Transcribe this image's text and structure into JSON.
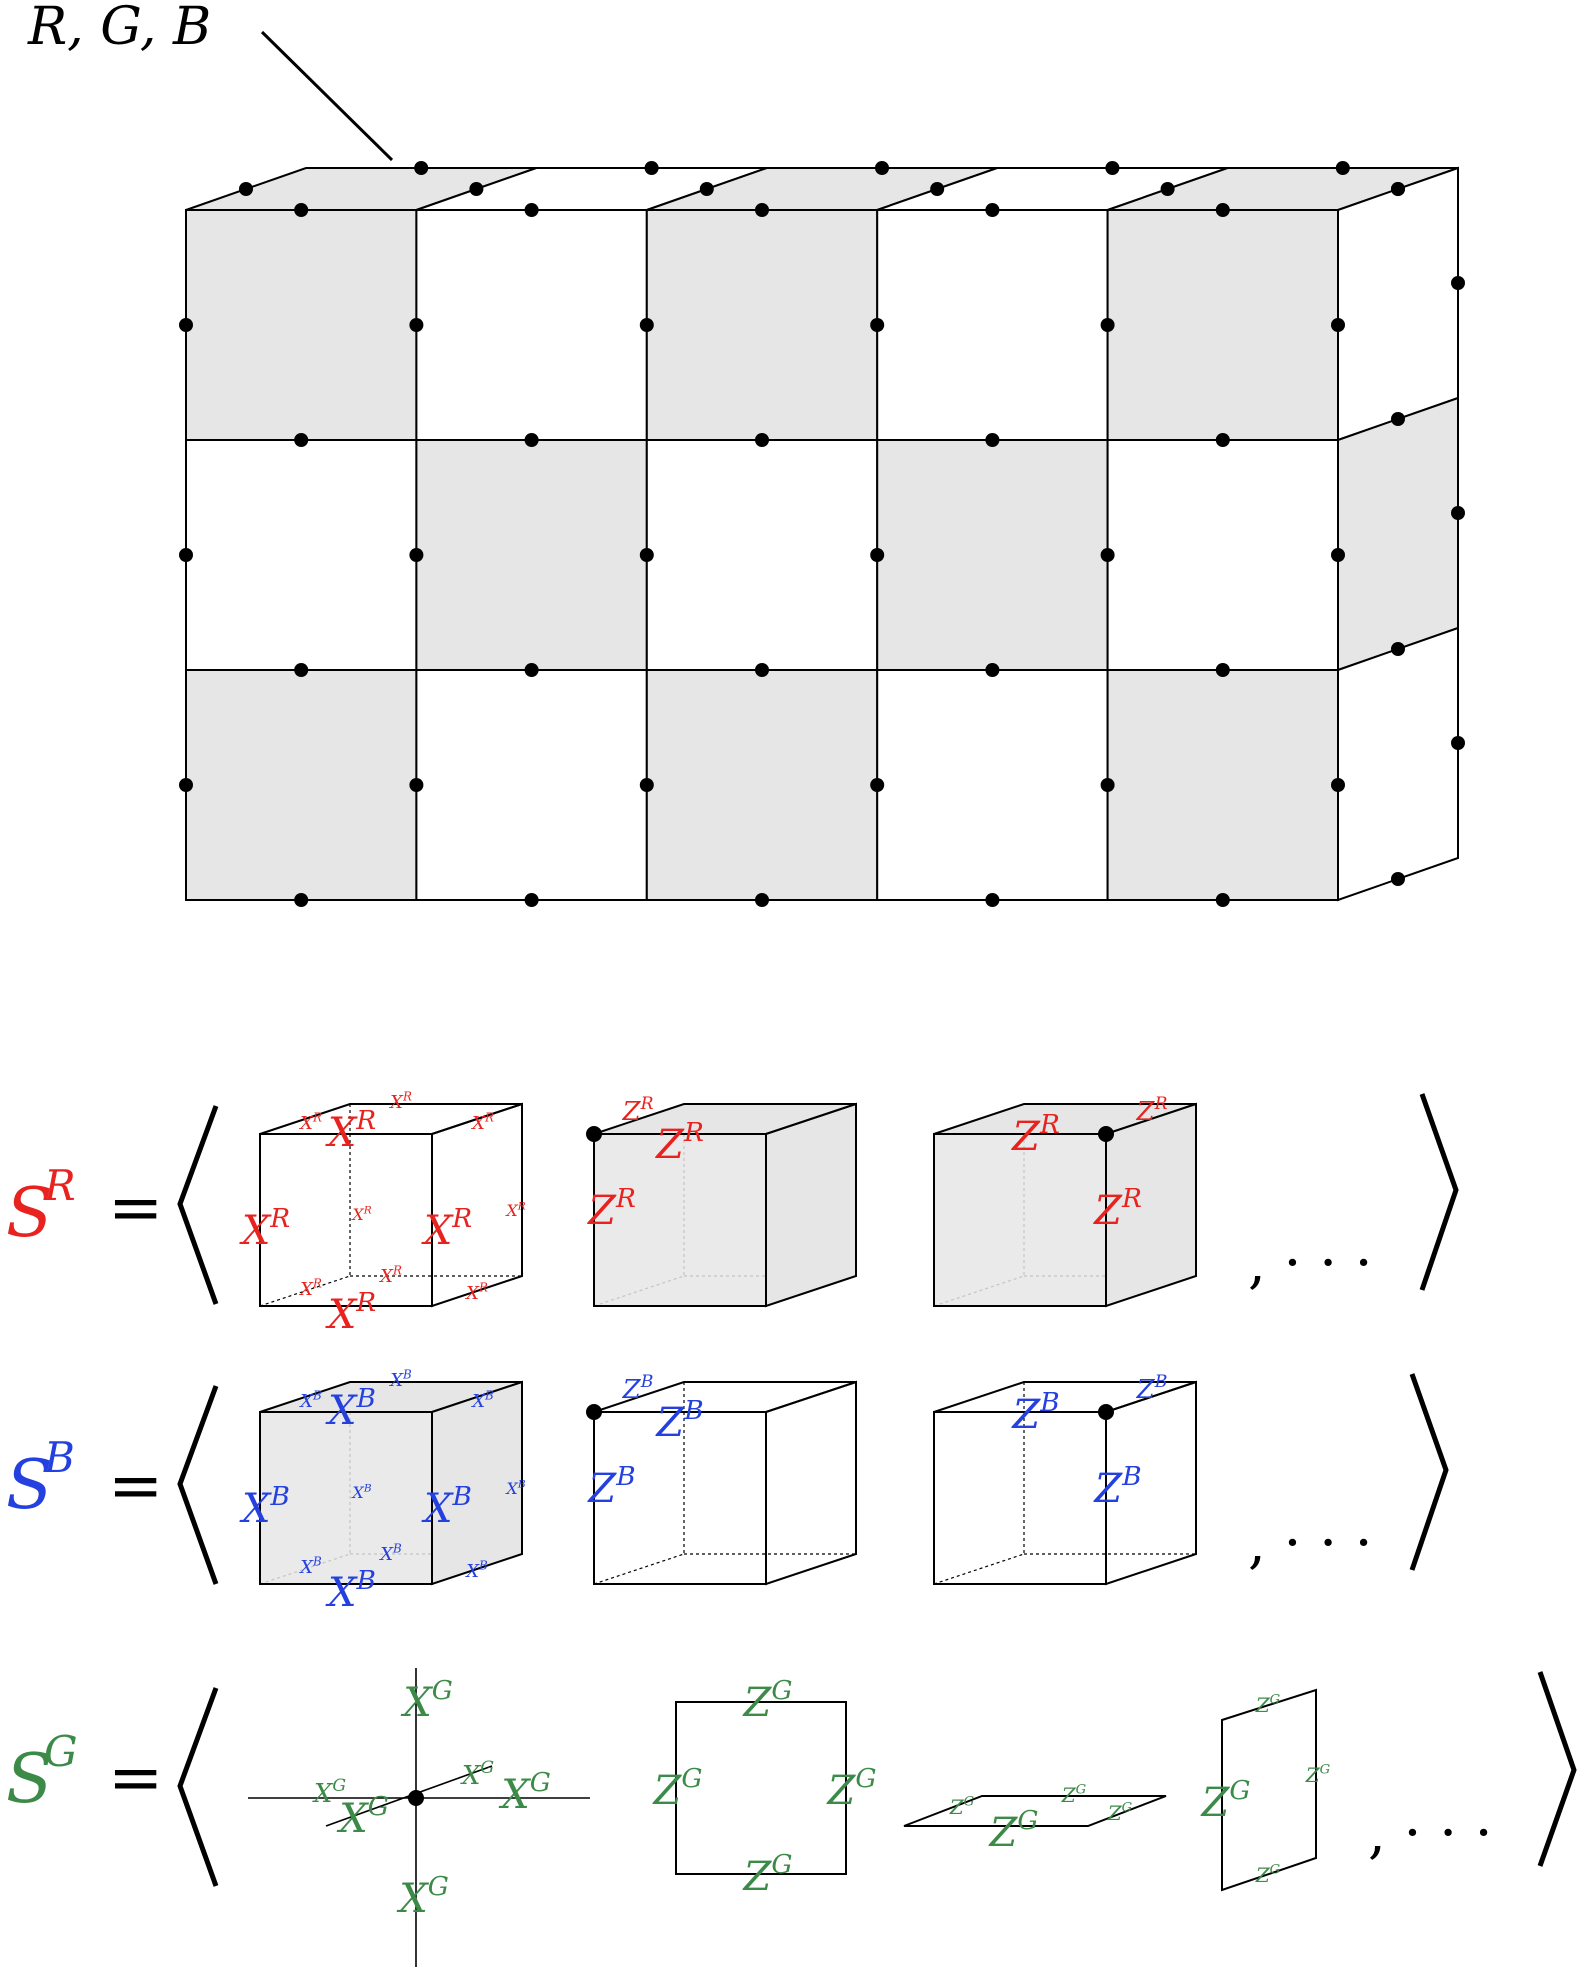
{
  "lattice": {
    "label": "R, G, B",
    "columns": 5,
    "rows": 3
  },
  "colors": {
    "red": "#e8231f",
    "blue": "#2441e0",
    "green": "#3c8a47",
    "shade": "#e6e6e6",
    "line": "#000000"
  },
  "equations": {
    "red": {
      "lhs": "S",
      "sup": "R",
      "equals": "=",
      "op": "X",
      "z": "Z",
      "trailing": ", · · ·"
    },
    "blue": {
      "lhs": "S",
      "sup": "B",
      "equals": "=",
      "op": "X",
      "z": "Z",
      "trailing": ", · · ·"
    },
    "green": {
      "lhs": "S",
      "sup": "G",
      "equals": "=",
      "op": "X",
      "z": "Z",
      "trailing": ", · · ·"
    }
  }
}
